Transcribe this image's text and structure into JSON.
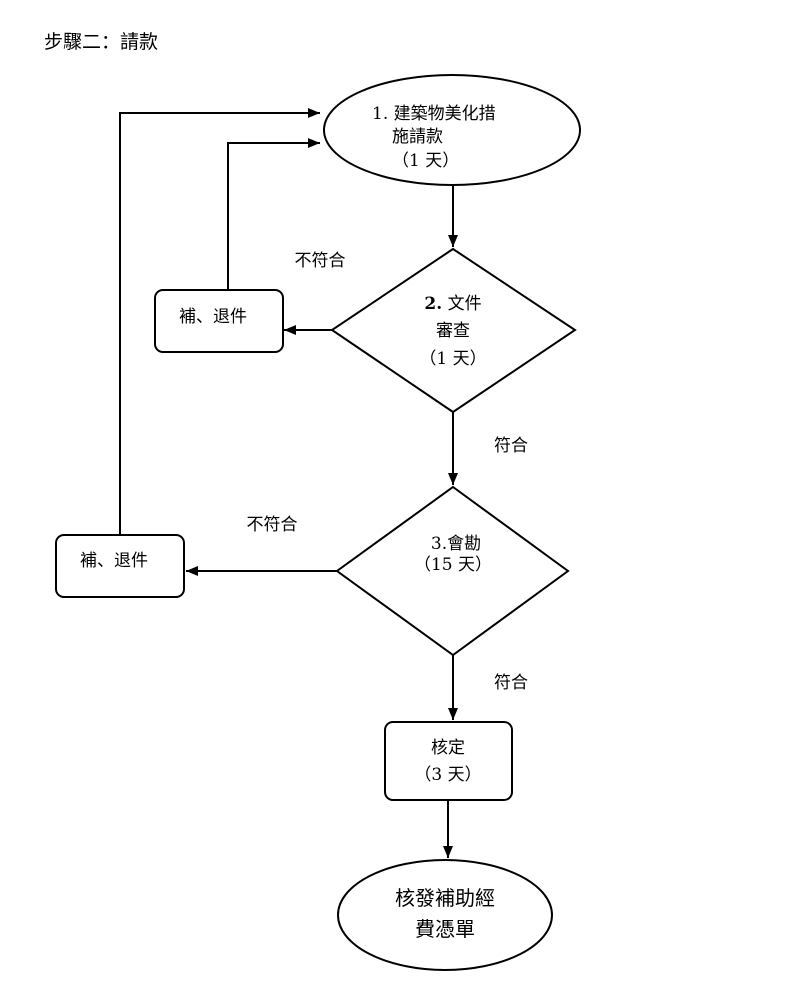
{
  "title": "步驟二：請款",
  "step1": {
    "line1": "1. 建築物美化措",
    "line2": "施請款",
    "line3": "（1 天）"
  },
  "step2": {
    "number": "2.",
    "line1": " 文件",
    "line2": "審查",
    "line3": "（1 天）"
  },
  "step3": {
    "line1": "3.會勘",
    "line2": "（15 天）"
  },
  "reject_box_1": {
    "label": "補、退件"
  },
  "reject_box_2": {
    "label": "補、退件"
  },
  "approve": {
    "line1": "核定",
    "line2": "（3 天）"
  },
  "final": {
    "line1": "核發補助經",
    "line2": "費憑單"
  },
  "edge_labels": {
    "step2_fail": "不符合",
    "step2_pass": "符合",
    "step3_fail": "不符合",
    "step3_pass": "符合"
  }
}
